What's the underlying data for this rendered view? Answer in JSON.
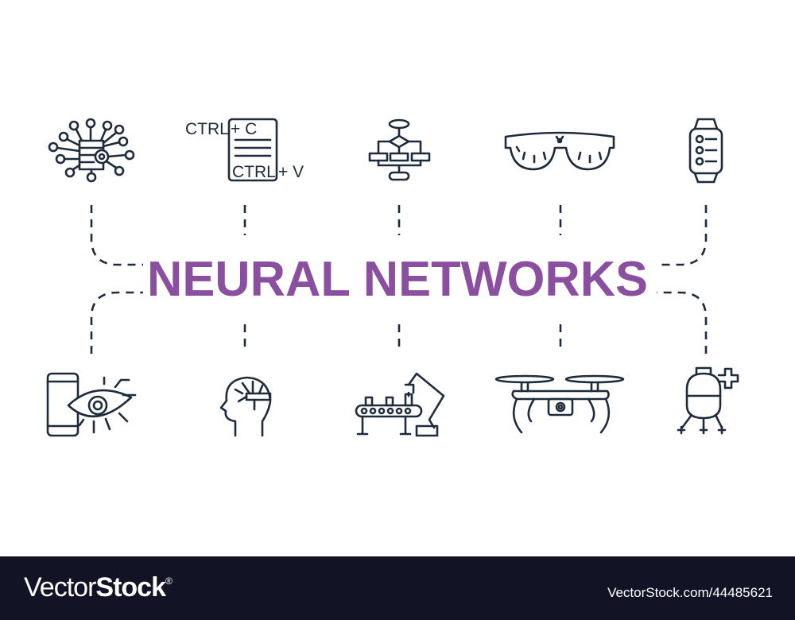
{
  "title": "NEURAL NETWORKS",
  "colors": {
    "title": "#8a4f9e",
    "icon_stroke": "#1e2b3a",
    "banner": "#121426"
  },
  "icons": {
    "top": [
      "neural-network-gear-icon",
      "copy-paste-icon",
      "flowchart-icon",
      "smart-glasses-icon",
      "smartwatch-list-icon"
    ],
    "bottom": [
      "phone-eye-circuit-icon",
      "ai-head-icon",
      "conveyor-robot-arm-icon",
      "drone-icon",
      "nanobot-medical-icon"
    ]
  },
  "copy_paste": {
    "ctrl_top": "CTRL",
    "plus_c": "+ C",
    "ctrl_bottom": "CTRL",
    "plus_v": "+ V"
  },
  "banner": {
    "logo_thin": "Vector",
    "logo_bold": "Stock",
    "logo_reg": "®",
    "credit": "VectorStock.com/44485621"
  }
}
